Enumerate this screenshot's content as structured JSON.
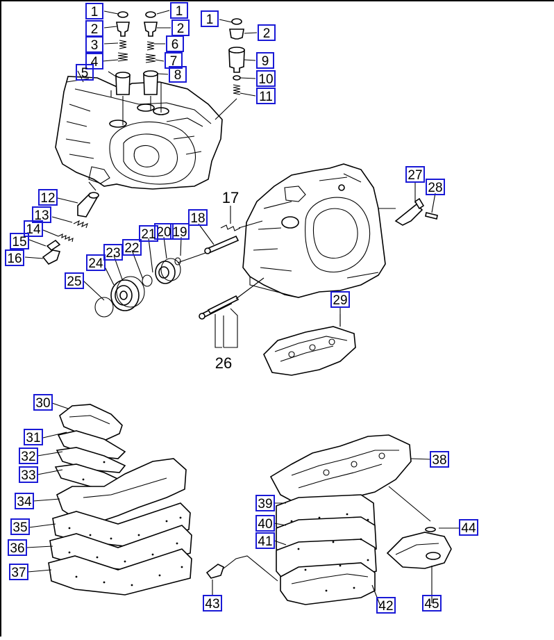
{
  "labels": {
    "c1a": "1",
    "c1b": "1",
    "c1c": "1",
    "c2a": "2",
    "c2b": "2",
    "c2c": "2",
    "c3": "3",
    "c4": "4",
    "c5": "5",
    "c6": "6",
    "c7": "7",
    "c8": "8",
    "c9": "9",
    "c10": "10",
    "c11": "11",
    "c12": "12",
    "c13": "13",
    "c14": "14",
    "c15": "15",
    "c16": "16",
    "c17": "17",
    "c18": "18",
    "c19": "19",
    "c20": "20",
    "c21": "21",
    "c22": "22",
    "c23": "23",
    "c24": "24",
    "c25": "25",
    "c26": "26",
    "c27": "27",
    "c28": "28",
    "c29": "29",
    "c30": "30",
    "c31": "31",
    "c32": "32",
    "c33": "33",
    "c34": "34",
    "c35": "35",
    "c36": "36",
    "c37": "37",
    "c38": "38",
    "c39": "39",
    "c40": "40",
    "c41": "41",
    "c42": "42",
    "c43": "43",
    "c44": "44",
    "c45": "45"
  },
  "colors": {
    "callout_box": "#1a1ad6",
    "line": "#000000",
    "background": "#ffffff"
  }
}
